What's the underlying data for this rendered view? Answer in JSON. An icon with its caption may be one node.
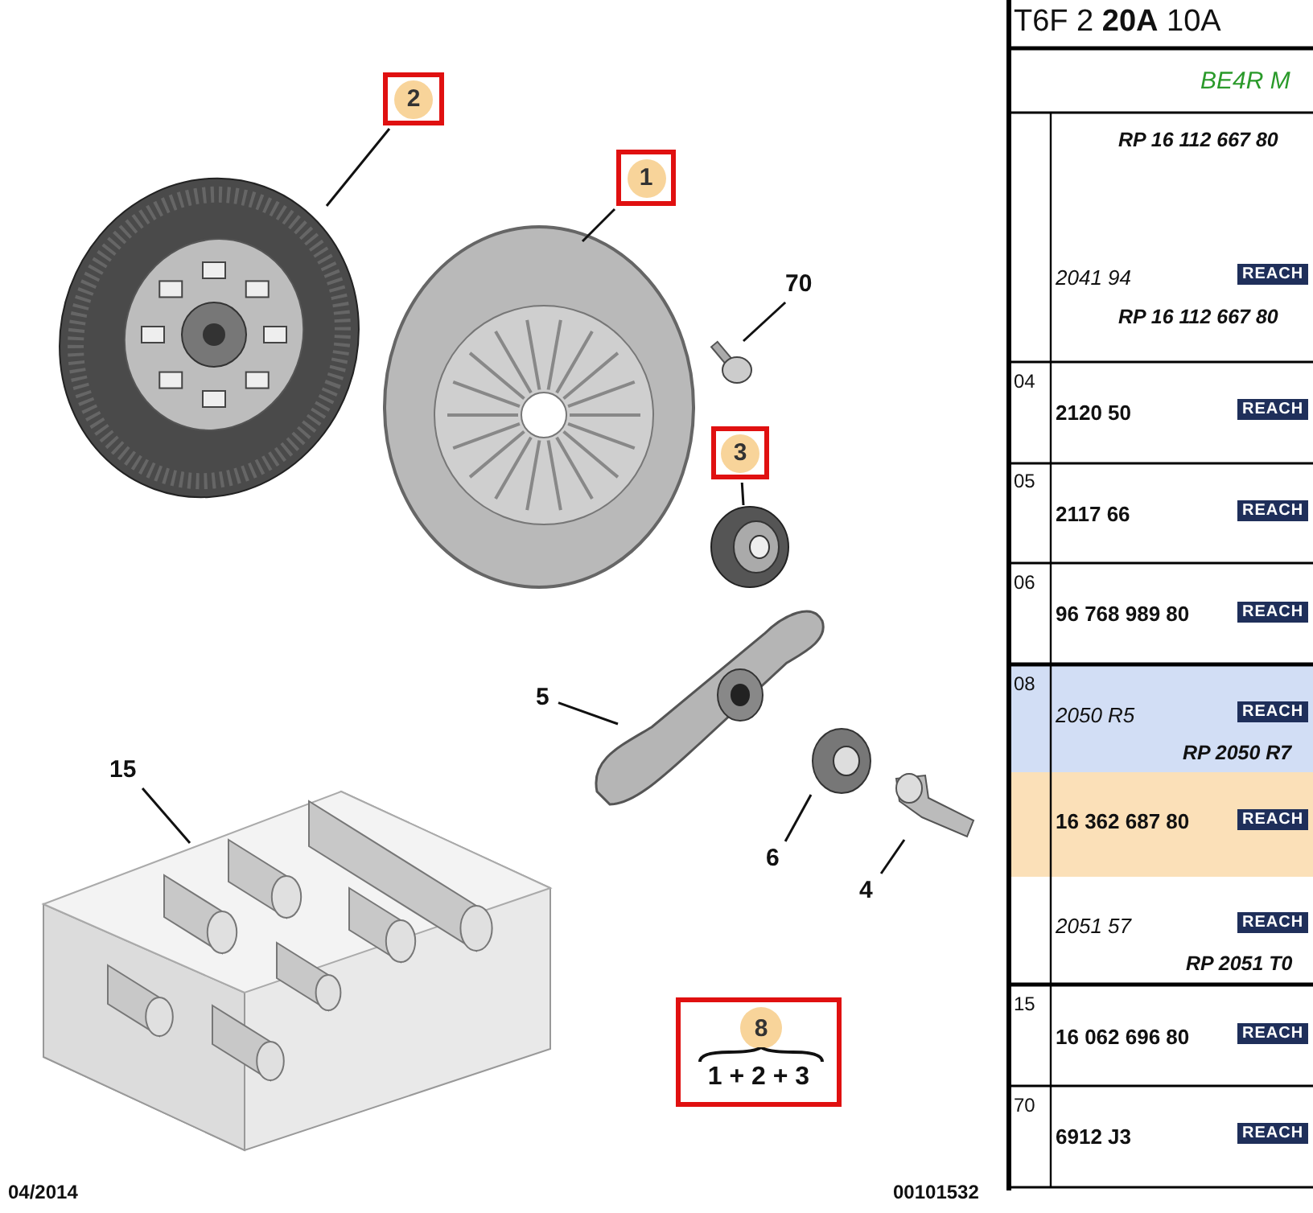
{
  "diagram": {
    "nodes": [
      {
        "text": [
          "2"
        ]
      },
      {
        "text": [],
        "shape": "picture"
      },
      {
        "text": [
          "1"
        ]
      },
      {
        "text": [],
        "shape": "picture"
      },
      {
        "text": [
          "70"
        ]
      },
      {
        "text": [],
        "shape": "picture"
      },
      {
        "text": [
          "3"
        ]
      },
      {
        "text": [],
        "shape": "picture"
      },
      {
        "text": [
          "5"
        ]
      },
      {
        "text": [],
        "shape": "picture"
      },
      {
        "text": [
          "15"
        ]
      },
      {
        "text": [],
        "shape": "picture"
      },
      {
        "text": [
          "6"
        ]
      },
      {
        "text": [],
        "shape": "picture"
      },
      {
        "text": [
          "4"
        ]
      },
      {
        "text": [],
        "shape": "picture"
      },
      {
        "text": [
          "8",
          "1 + 2 + 3"
        ]
      }
    ],
    "edges": [
      {
        "from": 0,
        "to": 1,
        "arrow": "none"
      },
      {
        "from": 2,
        "to": 3,
        "arrow": "none"
      },
      {
        "from": 4,
        "to": 5,
        "arrow": "none"
      },
      {
        "from": 6,
        "to": 7,
        "arrow": "none"
      },
      {
        "from": 8,
        "to": 9,
        "arrow": "none"
      },
      {
        "from": 10,
        "to": 11,
        "arrow": "none"
      },
      {
        "from": 12,
        "to": 13,
        "arrow": "none"
      },
      {
        "from": 14,
        "to": 15,
        "arrow": "none"
      }
    ],
    "labels": [
      "T6F 2 **20A** 10A",
      "BE4R M",
      "RP 16 112 667 80",
      "2041 94",
      "REACH",
      "RP 16 112 667 80",
      "04",
      "2120 50",
      "REACH",
      "05",
      "2117 66",
      "REACH",
      "06",
      "96 768 989 80",
      "REACH",
      "08",
      "2050 R5",
      "REACH",
      "RP 2050 R7",
      "16 362 687 80",
      "REACH",
      "2051 57",
      "REACH",
      "RP 2051 T0",
      "15",
      "16 062 696 80",
      "REACH",
      "70",
      "6912 J3",
      "REACH",
      "04/2014",
      "00101532"
    ]
  }
}
